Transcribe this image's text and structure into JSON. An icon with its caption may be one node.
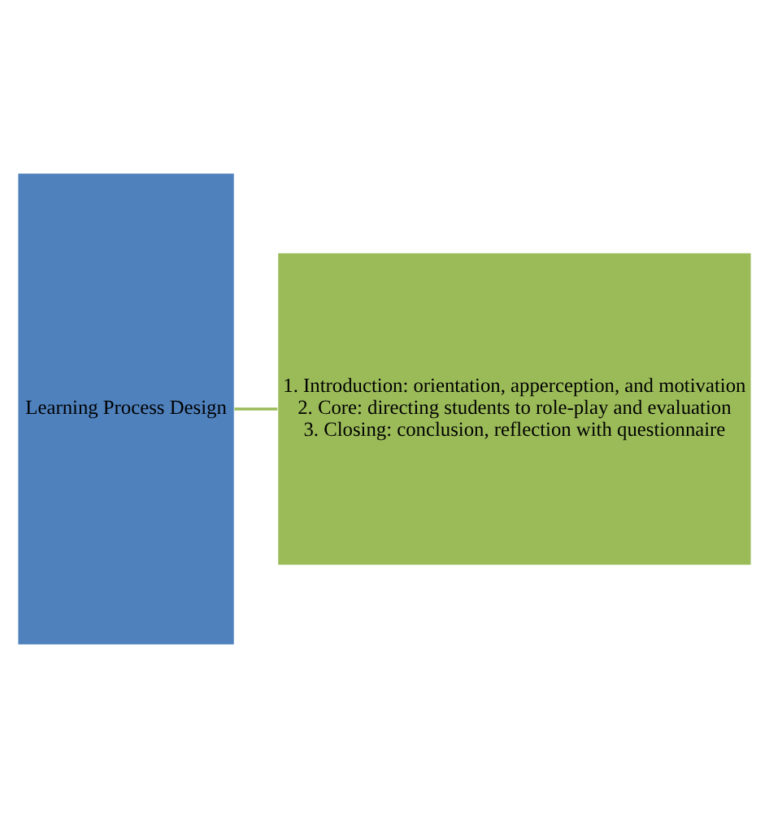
{
  "diagram": {
    "nodes": [
      {
        "text": [
          "Learning Process Design"
        ]
      },
      {
        "text": [
          "1. Introduction: orientation, apperception, and motivation",
          "2. Core: directing students to role-play and evaluation",
          "3. Closing: conclusion, reflection with questionnaire"
        ]
      }
    ],
    "edges": [
      {
        "from": 0,
        "to": 1,
        "arrow": "none",
        "color": "#9bbb59"
      }
    ]
  }
}
